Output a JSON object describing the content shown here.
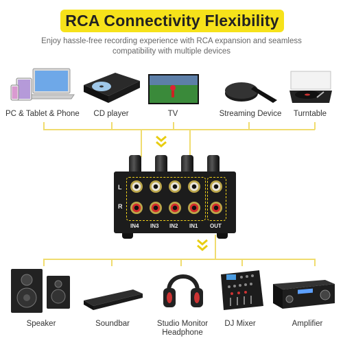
{
  "title": "RCA Connectivity Flexibility",
  "subtitle_line1": "Enjoy hassle-free recording experience with RCA expansion and seamless",
  "subtitle_line2": "compatibility with multiple devices",
  "sources": [
    {
      "label": "PC & Tablet & Phone",
      "icon": "laptop-tablet-phone-icon"
    },
    {
      "label": "CD player",
      "icon": "cd-player-icon"
    },
    {
      "label": "TV",
      "icon": "tv-icon"
    },
    {
      "label": "Streaming Device",
      "icon": "streaming-device-icon"
    },
    {
      "label": "Turntable",
      "icon": "turntable-icon"
    }
  ],
  "device": {
    "row_left": "L",
    "row_right": "R",
    "ports": [
      "IN4",
      "IN3",
      "IN2",
      "IN1",
      "OUT"
    ]
  },
  "outputs": [
    {
      "label": "Speaker",
      "icon": "speaker-icon"
    },
    {
      "label": "Soundbar",
      "icon": "soundbar-icon"
    },
    {
      "label": "Studio Monitor",
      "label2": "Headphone",
      "icon": "headphone-icon"
    },
    {
      "label": "DJ Mixer",
      "icon": "dj-mixer-icon"
    },
    {
      "label": "Amplifier",
      "icon": "amplifier-icon"
    }
  ],
  "colors": {
    "accent": "#f6e21a",
    "line": "#f0dc6e",
    "rca_red": "#d52b2b"
  }
}
